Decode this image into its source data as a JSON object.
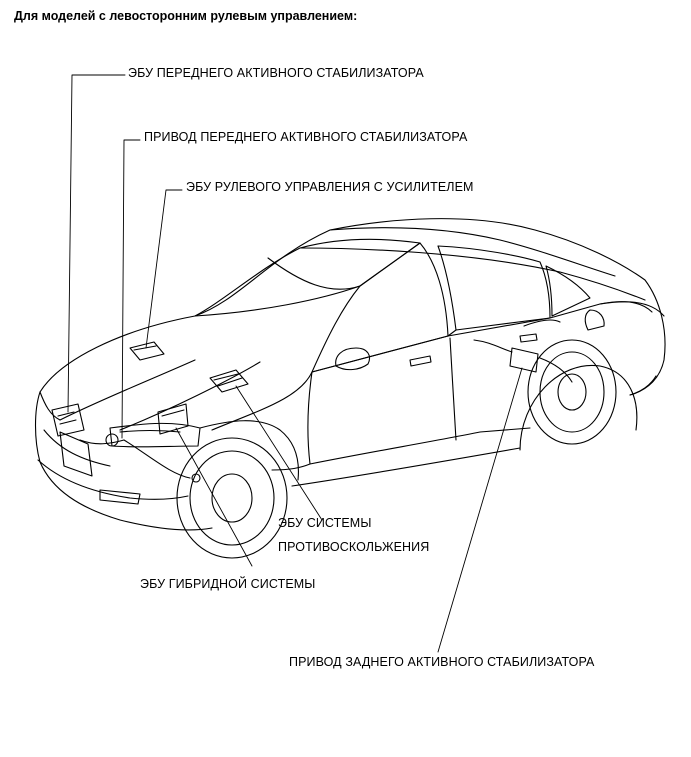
{
  "page": {
    "heading": "Для моделей с левосторонним рулевым управлением:"
  },
  "labels": {
    "front_stab_ecu": "ЭБУ ПЕРЕДНЕГО АКТИВНОГО СТАБИЛИЗАТОРА",
    "front_stab_actuator": "ПРИВОД ПЕРЕДНЕГО АКТИВНОГО СТАБИЛИЗАТОРА",
    "eps_ecu": "ЭБУ РУЛЕВОГО УПРАВЛЕНИЯ С УСИЛИТЕЛЕМ",
    "skid_ecu_line1": "ЭБУ СИСТЕМЫ",
    "skid_ecu_line2": "ПРОТИВОСКОЛЬЖЕНИЯ",
    "hybrid_ecu": "ЭБУ ГИБРИДНОЙ СИСТЕМЫ",
    "rear_stab_actuator": "ПРИВОД ЗАДНЕГО АКТИВНОГО СТАБИЛИЗАТОРА"
  }
}
